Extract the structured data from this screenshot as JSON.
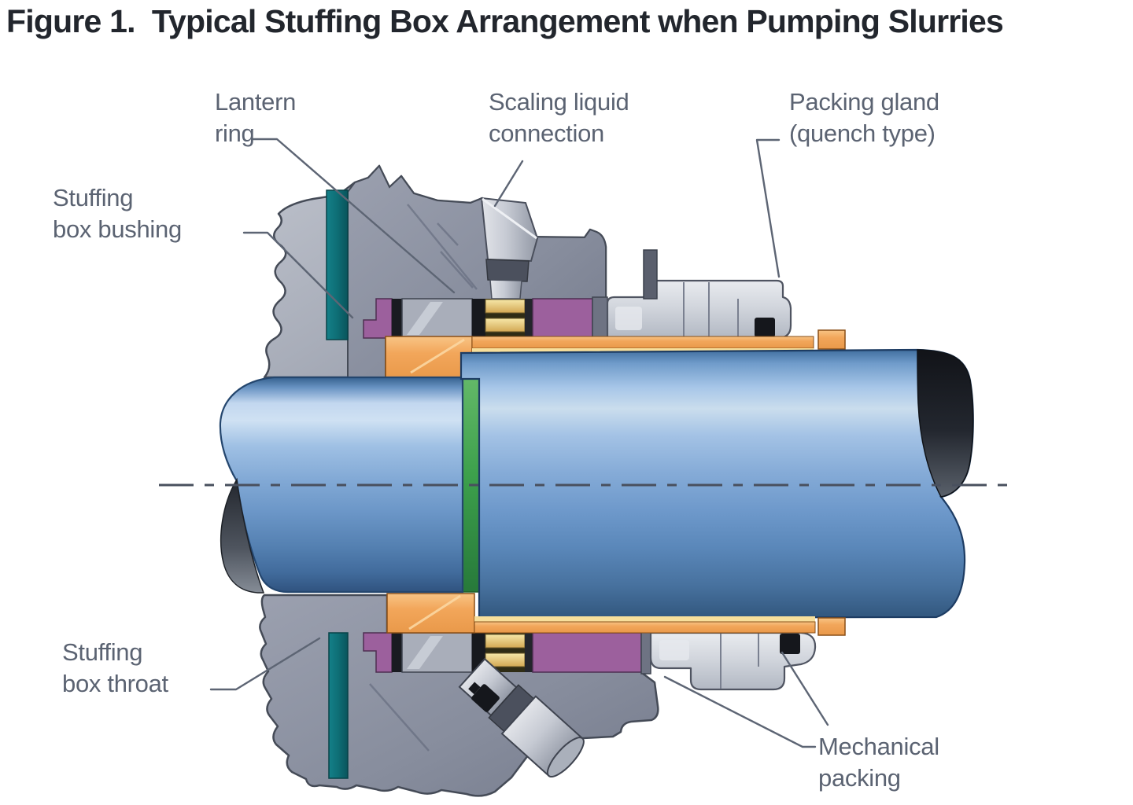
{
  "figure": {
    "title": "Figure 1.  Typical Stuffing Box Arrangement when Pumping Slurries",
    "labels": {
      "lantern_ring": "Lantern\nring",
      "scaling_liquid": "Scaling liquid\nconnection",
      "packing_gland": "Packing gland\n(quench type)",
      "stuffing_box_bushing": "Stuffing\nbox bushing",
      "stuffing_box_throat": "Stuffing\nbox throat",
      "mechanical_packing": "Mechanical\npacking"
    },
    "colors": {
      "shaft_blue": "#82a9d4",
      "housing_gray": "#a9aeba",
      "packing_purple": "#9c609d",
      "sleeve_orange": "#f2a65a",
      "lantern_brass": "#e8c96e",
      "bushing_teal": "#0e6e74",
      "ring_green": "#3da04c",
      "label_gray": "#5b6372",
      "title_color": "#22262d",
      "background": "#ffffff"
    }
  }
}
